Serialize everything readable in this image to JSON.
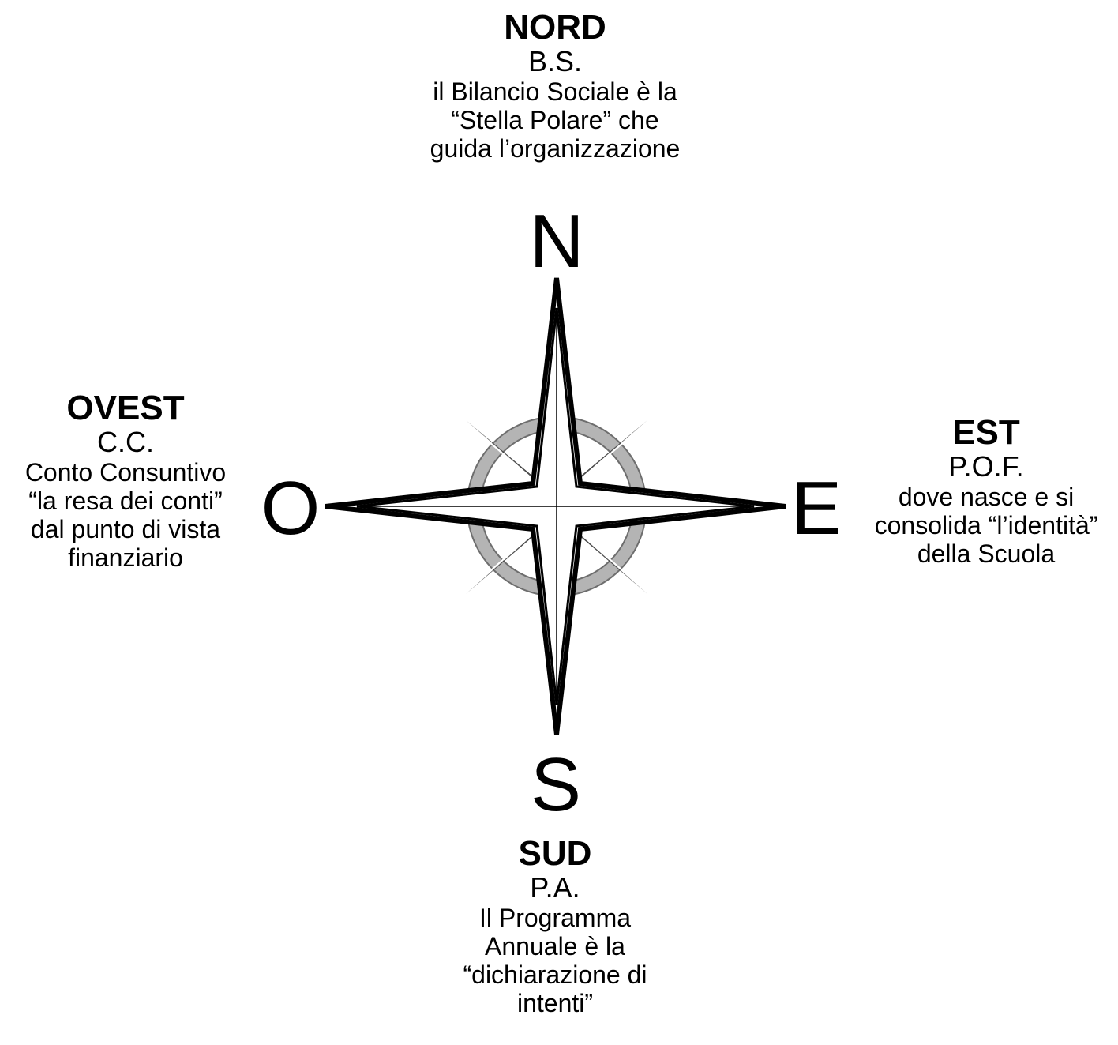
{
  "north": {
    "heading": "NORD",
    "abbr": "B.S.",
    "lines": [
      "il Bilancio Sociale è la",
      "“Stella Polare” che",
      "guida l’organizzazione"
    ],
    "letter": "N"
  },
  "south": {
    "heading": "SUD",
    "abbr": "P.A.",
    "lines": [
      "Il Programma",
      "Annuale è la",
      "“dichiarazione di",
      "intenti”"
    ],
    "letter": "S"
  },
  "west": {
    "heading": "OVEST",
    "abbr": "C.C.",
    "lines": [
      "Conto Consuntivo",
      "“la resa dei conti”",
      "dal punto di vista",
      "finanziario"
    ],
    "letter": "O"
  },
  "east": {
    "heading": "EST",
    "abbr": "P.O.F.",
    "lines": [
      "dove nasce e si",
      "consolida “l’identità”",
      "della Scuola"
    ],
    "letter": "E"
  },
  "colors": {
    "ring": "#a9a9a9",
    "ring_stroke": "#6e6e6e",
    "diagonal_points": "#3a3a3a",
    "star_fill": "#ffffff",
    "star_stroke": "#000000"
  }
}
